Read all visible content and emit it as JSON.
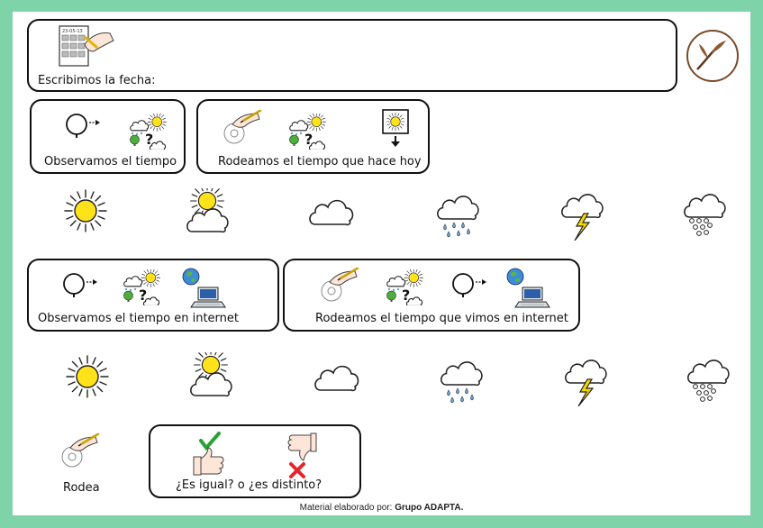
{
  "date_box": {
    "label": "Escribimos la fecha:",
    "calendar_text": "23-05-13"
  },
  "step1": {
    "label1": "Observamos el tiempo",
    "label2": "Rodeamos el tiempo que hace hoy"
  },
  "step2": {
    "label1": "Observamos el tiempo  en internet",
    "label2": "Rodeamos el tiempo que vimos en internet"
  },
  "row_icons": [
    "sun-icon",
    "partly-cloudy-icon",
    "cloud-icon",
    "rain-icon",
    "storm-icon",
    "snow-icon"
  ],
  "bottom": {
    "rodea_label": "Rodea",
    "compare_label": "¿Es igual? o ¿es distinto?"
  },
  "footer": {
    "prefix": "Material elaborado por:",
    "author": "Grupo  ADAPTA."
  },
  "colors": {
    "border": "#7fd3a9",
    "sun": "#ffe21a",
    "rain": "#6aa5c8",
    "bolt": "#f5d800",
    "check": "#2aa136",
    "cross": "#e8232a"
  }
}
